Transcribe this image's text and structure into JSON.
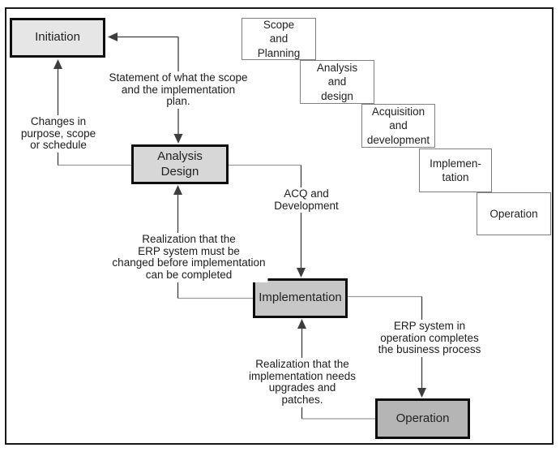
{
  "diagram": {
    "main_boxes": {
      "initiation": {
        "label": "Initiation"
      },
      "analysis_design": {
        "label": "Analysis\nDesign"
      },
      "implementation": {
        "label": "Implementation"
      },
      "operation": {
        "label": "Operation"
      }
    },
    "cascade_boxes": [
      {
        "label": "Scope\nand\nPlanning"
      },
      {
        "label": "Analysis\nand\ndesign"
      },
      {
        "label": "Acquisition\nand\ndevelopment"
      },
      {
        "label": "Implemen-\ntation"
      },
      {
        "label": "Operation"
      }
    ],
    "annotations": {
      "statement": "Statement of what the scope\nand the implementation\nplan.",
      "changes": "Changes in\npurpose, scope\nor schedule",
      "acq": "ACQ and\nDevelopment",
      "realization_erp": "Realization that the\nERP system must be\nchanged before implementation\ncan be completed",
      "erp_in_operation": "ERP system in\noperation completes\nthe business process",
      "realization_upgrades": "Realization that the\nimplementation needs\nupgrades and\npatches."
    },
    "colors": {
      "box_fill_initiation": "#e6e6e6",
      "box_fill_analysis": "#d7d7d7",
      "box_fill_implementation": "#c7c7c7",
      "box_fill_operation": "#b5b5b5",
      "box_border": "#0d0d0d",
      "cascade_border": "#808080",
      "connector": "#999999",
      "arrow": "#3d3d3d"
    }
  }
}
